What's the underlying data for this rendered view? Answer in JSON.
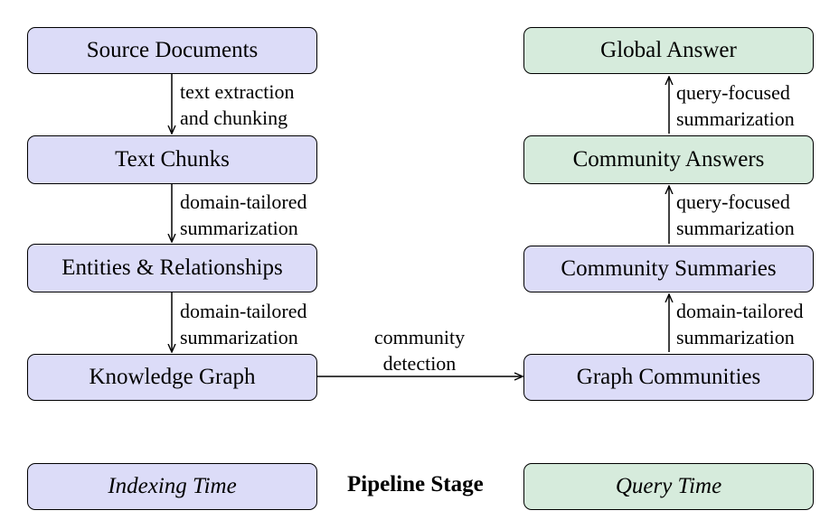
{
  "nodes": {
    "source_documents": "Source Documents",
    "text_chunks": "Text Chunks",
    "entities_relationships": "Entities & Relationships",
    "knowledge_graph": "Knowledge Graph",
    "graph_communities": "Graph Communities",
    "community_summaries": "Community Summaries",
    "community_answers": "Community Answers",
    "global_answer": "Global Answer"
  },
  "edges": {
    "e1": [
      "text extraction",
      "and chunking"
    ],
    "e2": [
      "domain-tailored",
      "summarization"
    ],
    "e3": [
      "domain-tailored",
      "summarization"
    ],
    "e4": [
      "community",
      "detection"
    ],
    "e5": [
      "domain-tailored",
      "summarization"
    ],
    "e6": [
      "query-focused",
      "summarization"
    ],
    "e7": [
      "query-focused",
      "summarization"
    ]
  },
  "legend": {
    "indexing": "Indexing Time",
    "stage": "Pipeline Stage",
    "query": "Query Time"
  },
  "colors": {
    "indexing_fill": "#dcdcf8",
    "query_fill": "#d6ebdc"
  }
}
